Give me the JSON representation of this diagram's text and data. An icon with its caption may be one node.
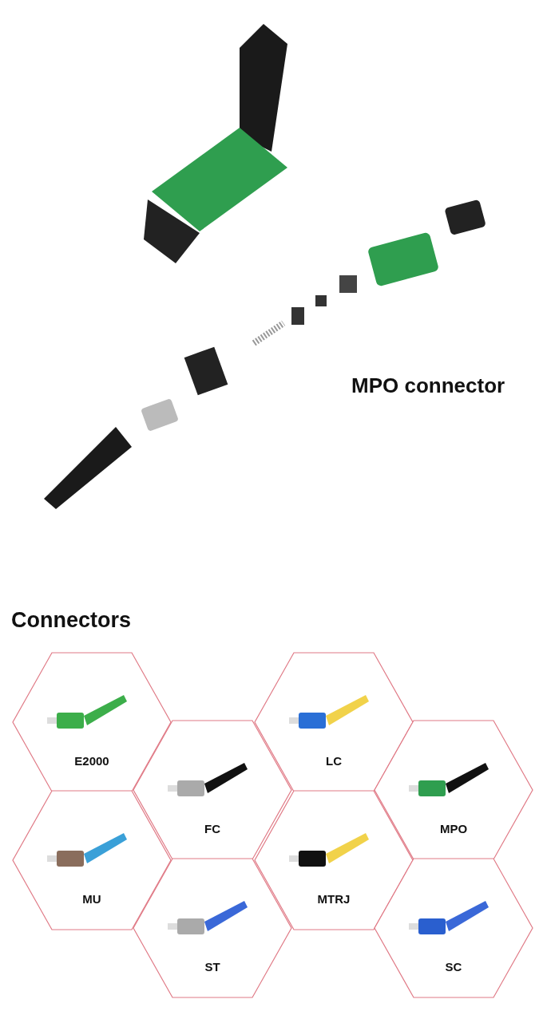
{
  "diagram": {
    "nodes": [
      {
        "text": [
          "E2000"
        ]
      },
      {
        "text": [
          "LC"
        ]
      },
      {
        "text": [
          "FC"
        ]
      },
      {
        "text": [
          "MPO"
        ]
      },
      {
        "text": [
          "MU"
        ]
      },
      {
        "text": [
          "MTRJ"
        ]
      },
      {
        "text": [
          "ST"
        ]
      },
      {
        "text": [
          "SC"
        ]
      }
    ],
    "labels": [
      "MPO connector",
      "Connectors"
    ]
  }
}
